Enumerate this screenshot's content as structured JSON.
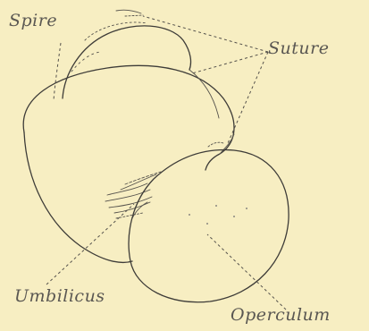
{
  "labels": {
    "spire": "Spire",
    "suture": "Suture",
    "umbilicus": "Umbilicus",
    "operculum": "Operculum"
  },
  "colors": {
    "background": "#f7eec2",
    "ink": "#3e3c38",
    "label": "#5a5752"
  }
}
